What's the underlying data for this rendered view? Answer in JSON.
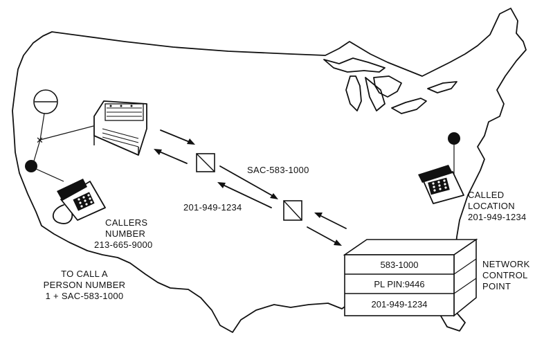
{
  "diagram": {
    "caller": {
      "label_line1": "CALLERS",
      "label_line2": "NUMBER",
      "number": "213-665-9000"
    },
    "instruction": {
      "line1": "TO CALL A",
      "line2": "PERSON NUMBER",
      "line3": "1 + SAC-583-1000"
    },
    "signal_upper": "SAC-583-1000",
    "signal_lower": "201-949-1234",
    "called": {
      "label_line1": "CALLED",
      "label_line2": "LOCATION",
      "number": "201-949-1234"
    },
    "ncp": {
      "label_line1": "NETWORK",
      "label_line2": "CONTROL",
      "label_line3": "POINT",
      "rows": [
        "583-1000",
        "PL PIN:9446",
        "201-949-1234"
      ]
    }
  }
}
